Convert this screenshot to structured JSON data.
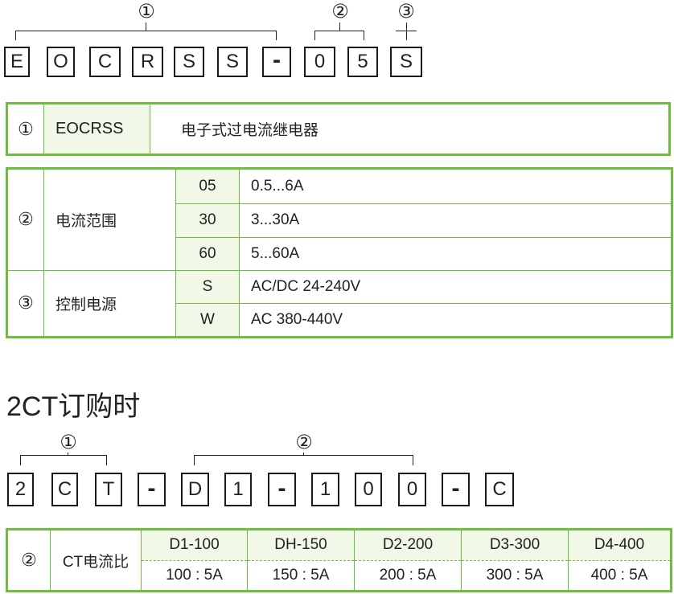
{
  "code1": {
    "boxes": [
      "E",
      "O",
      "C",
      "R",
      "S",
      "S",
      "-",
      "0",
      "5",
      "S"
    ],
    "markers": [
      "①",
      "②",
      "③"
    ]
  },
  "table1": {
    "marker": "①",
    "code": "EOCRSS",
    "desc": "电子式过电流继电器"
  },
  "table2": {
    "group1": {
      "marker": "②",
      "label": "电流范围",
      "rows": [
        {
          "code": "05",
          "value": "0.5...6A"
        },
        {
          "code": "30",
          "value": "3...30A"
        },
        {
          "code": "60",
          "value": "5...60A"
        }
      ]
    },
    "group2": {
      "marker": "③",
      "label": "控制电源",
      "rows": [
        {
          "code": "S",
          "value": "AC/DC 24-240V"
        },
        {
          "code": "W",
          "value": "AC 380-440V"
        }
      ]
    }
  },
  "section2_title": "2CT订购时",
  "code2": {
    "boxes": [
      "2",
      "C",
      "T",
      "-",
      "D",
      "1",
      "-",
      "1",
      "0",
      "0",
      "-",
      "C"
    ],
    "markers": [
      "①",
      "②"
    ]
  },
  "table3": {
    "marker": "②",
    "label": "CT电流比",
    "headers": [
      "D1-100",
      "DH-150",
      "D2-200",
      "D3-300",
      "D4-400"
    ],
    "values": [
      "100 : 5A",
      "150 : 5A",
      "200 : 5A",
      "300 : 5A",
      "400 : 5A"
    ]
  },
  "colors": {
    "border_green": "#6cbf3d",
    "pale_green": "#f1f8e8"
  }
}
